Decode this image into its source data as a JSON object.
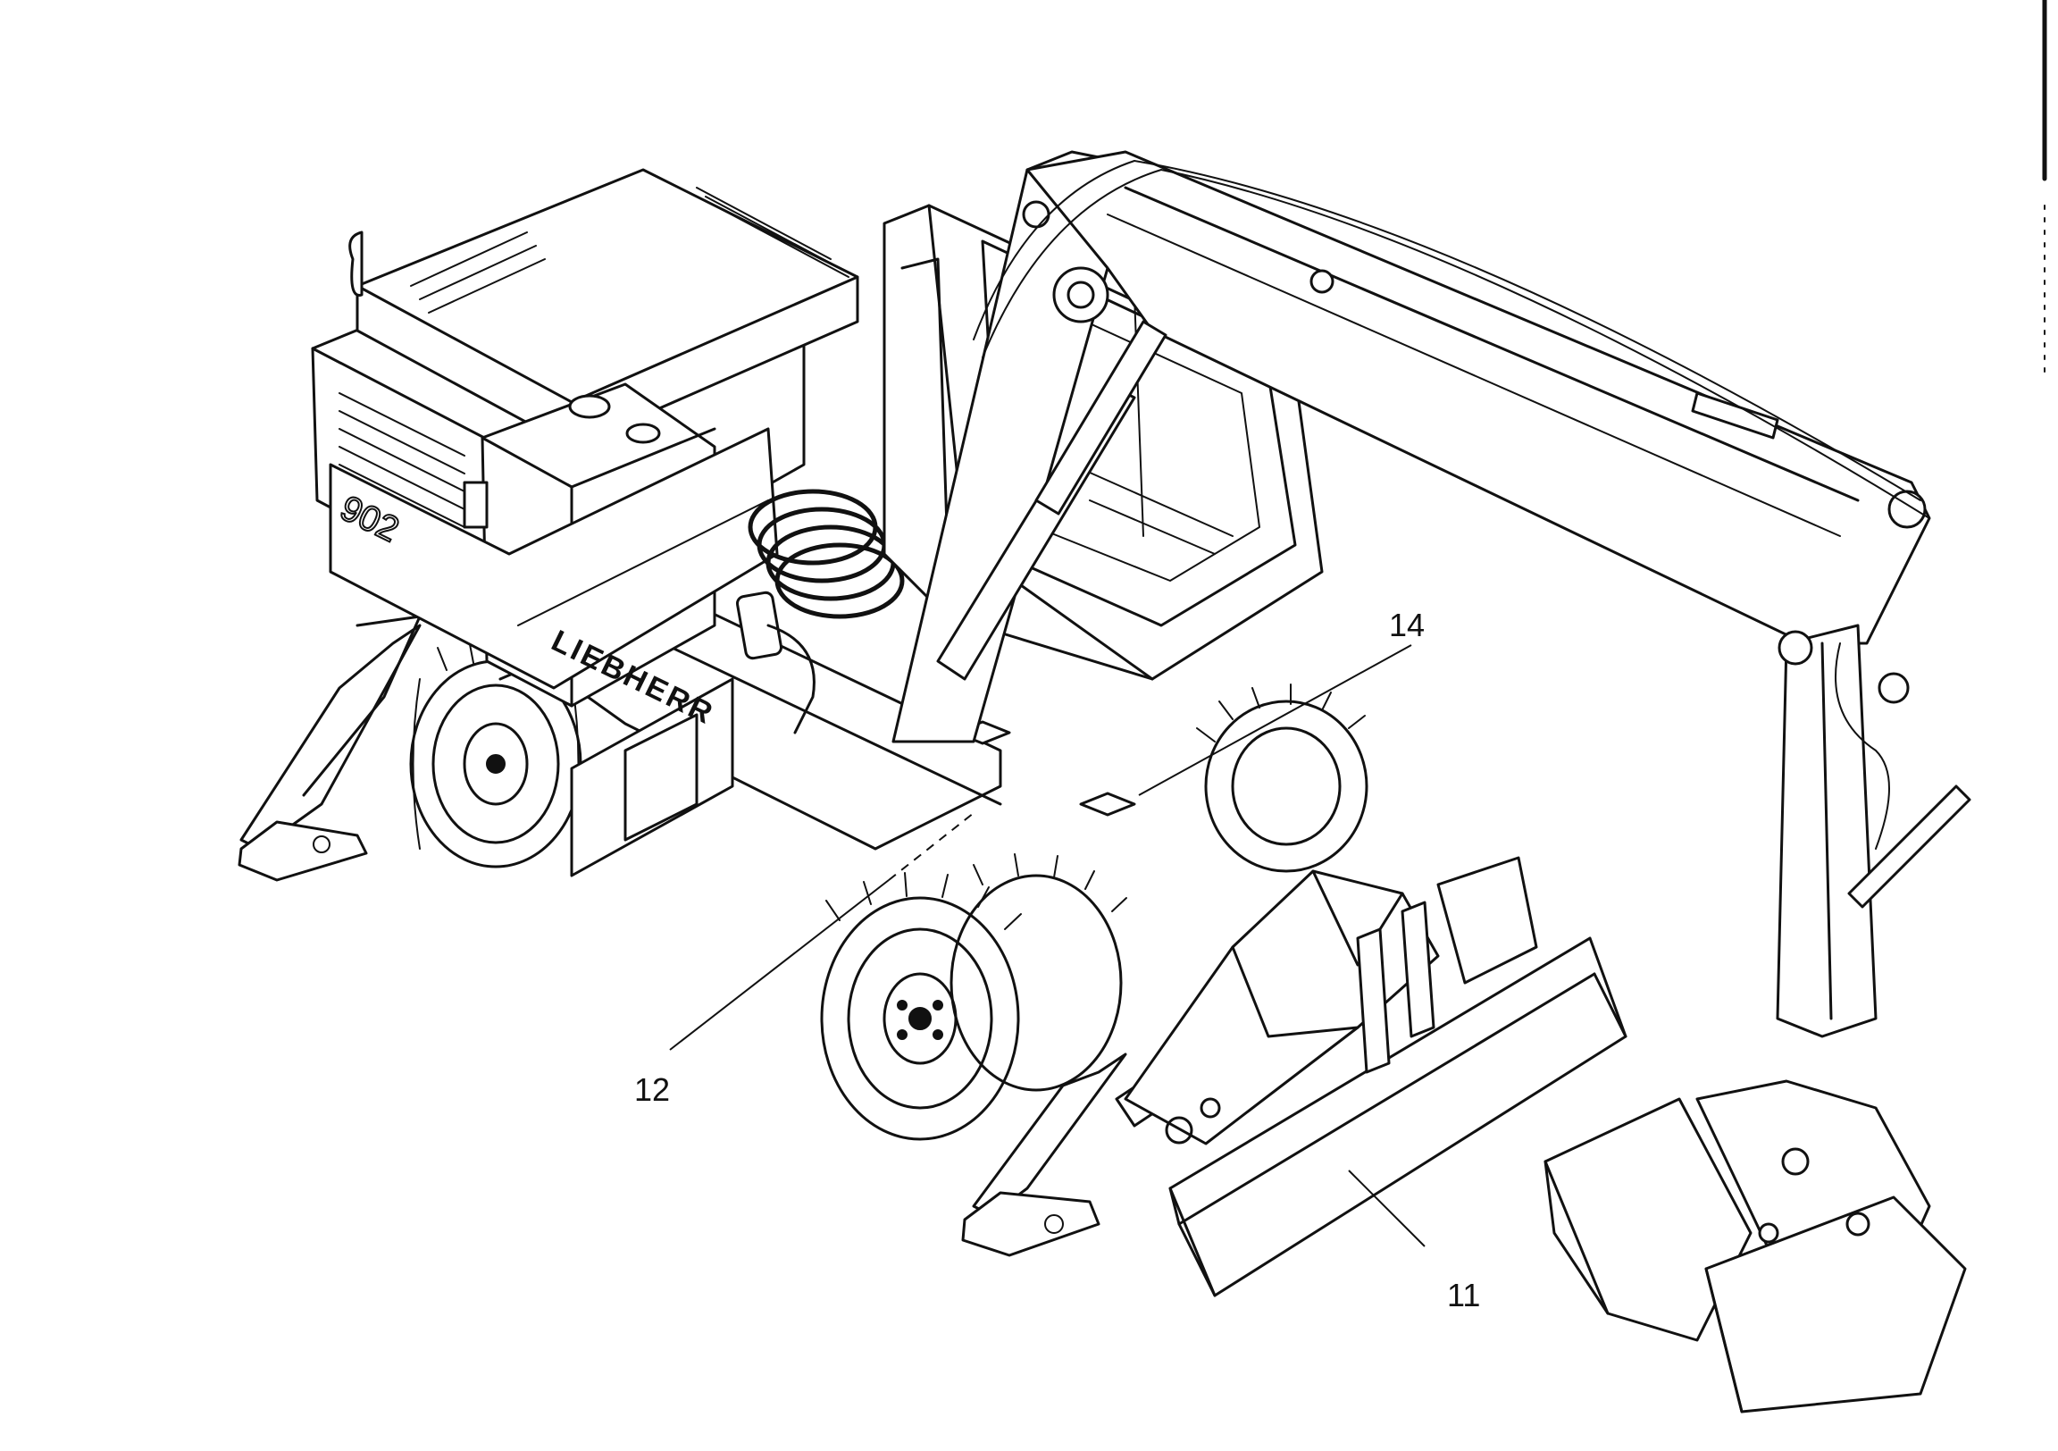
{
  "diagram": {
    "machine": {
      "brand_text": "LIEBHERR",
      "model_text": "902"
    },
    "callouts": [
      {
        "id": "14",
        "label": "14"
      },
      {
        "id": "12",
        "label": "12"
      },
      {
        "id": "11",
        "label": "11"
      }
    ]
  }
}
